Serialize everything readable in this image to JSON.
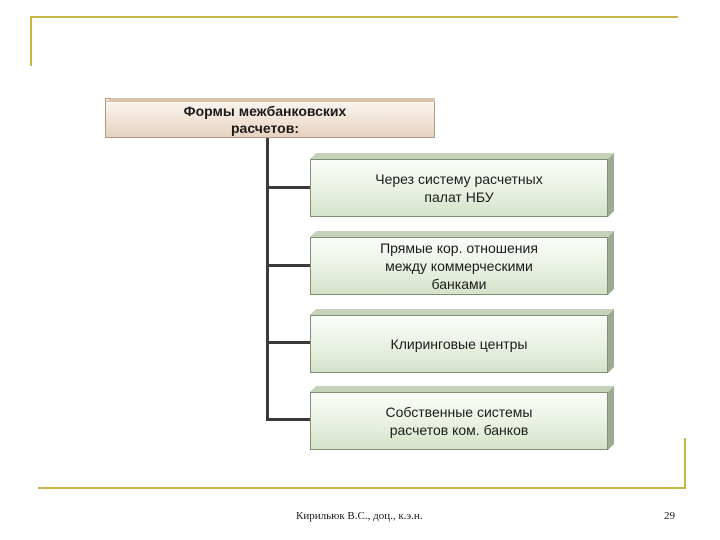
{
  "diagram": {
    "root": {
      "label": "Формы межбанковских\nрасчетов:"
    },
    "children": [
      {
        "label": "Через систему расчетных\nпалат НБУ"
      },
      {
        "label": "Прямые кор. отношения\nмежду коммерческими\nбанками"
      },
      {
        "label": "Клиринговые центры"
      },
      {
        "label": "Собственные системы\nрасчетов ком. банков"
      }
    ]
  },
  "footer": {
    "author": "Кирильюк В.С., доц., к.э.н.",
    "page_number": "29"
  },
  "colors": {
    "frame_accent": "#c8b54a",
    "root_fill": "#f0e2d4",
    "child_fill": "#e9f1e3",
    "connector": "#3a3a3a"
  }
}
